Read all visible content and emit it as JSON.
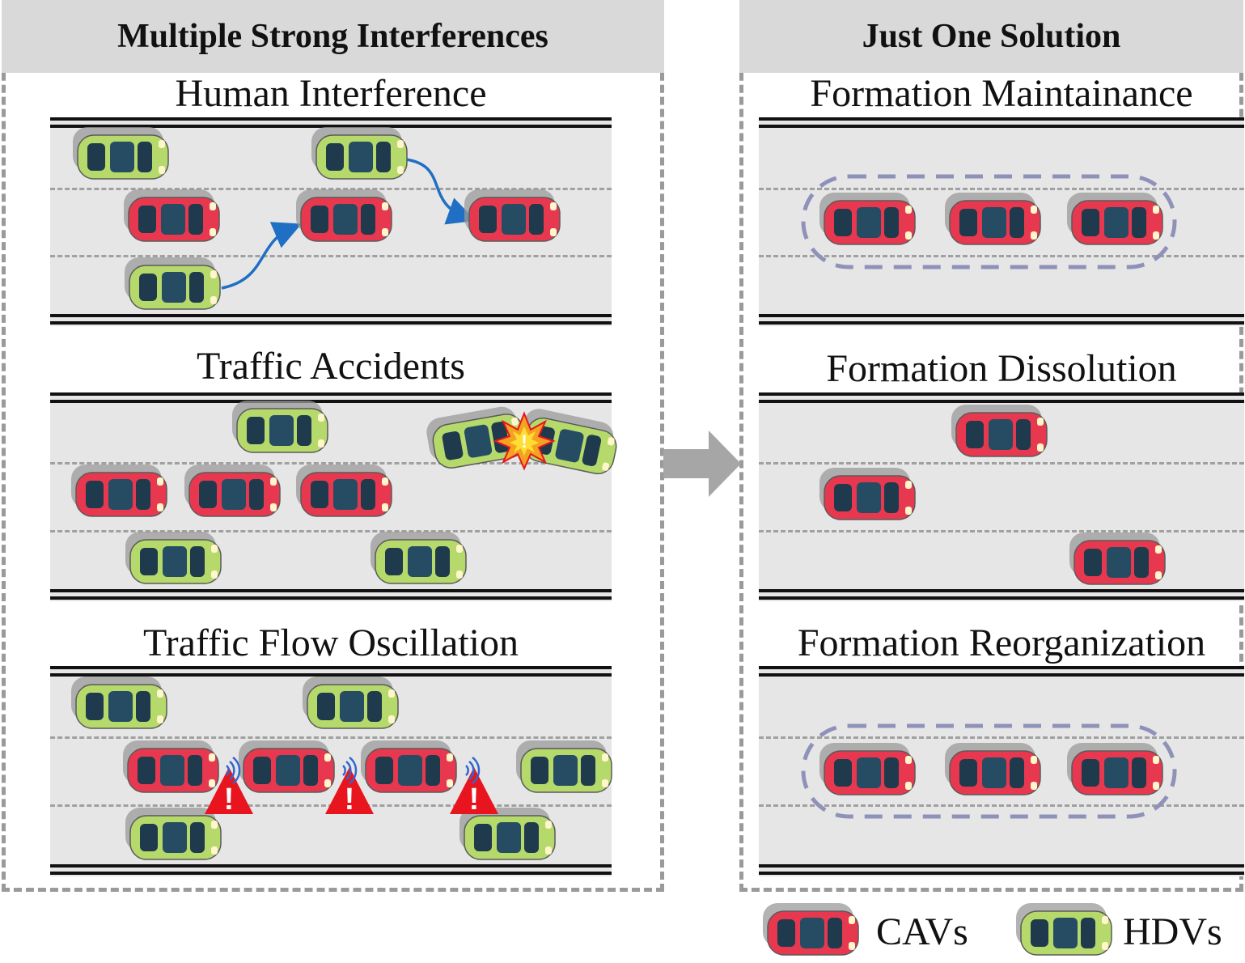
{
  "left_panel": {
    "header": "Multiple Strong Interferences",
    "sections": [
      {
        "title": "Human Interference"
      },
      {
        "title": "Traffic Accidents"
      },
      {
        "title": "Traffic Flow Oscillation"
      }
    ]
  },
  "right_panel": {
    "header": "Just One Solution",
    "sections": [
      {
        "title": "Formation Maintainance"
      },
      {
        "title": "Formation Dissolution"
      },
      {
        "title": "Formation Reorganization"
      }
    ]
  },
  "legend": {
    "cav_label": "CAVs",
    "hdv_label": "HDVs"
  },
  "colors": {
    "cav_body": "#e8384f",
    "hdv_body": "#b5d96a",
    "shadow": "#9a9a9a",
    "header_bg": "#d9d9d9",
    "road_bg": "#e6e6e6",
    "formation_outline": "#8f92b8",
    "trajectory_arrow": "#1f6fc4",
    "warning_triangle": "#e8141e",
    "signal_waves": "#2f66d0",
    "collision_burst": "#f4a321"
  },
  "icons": {
    "cav": "red-car-icon",
    "hdv": "green-car-icon",
    "warning": "warning-triangle-icon",
    "collision": "collision-burst-icon",
    "signal": "wireless-signal-icon",
    "transition": "right-arrow-icon"
  }
}
